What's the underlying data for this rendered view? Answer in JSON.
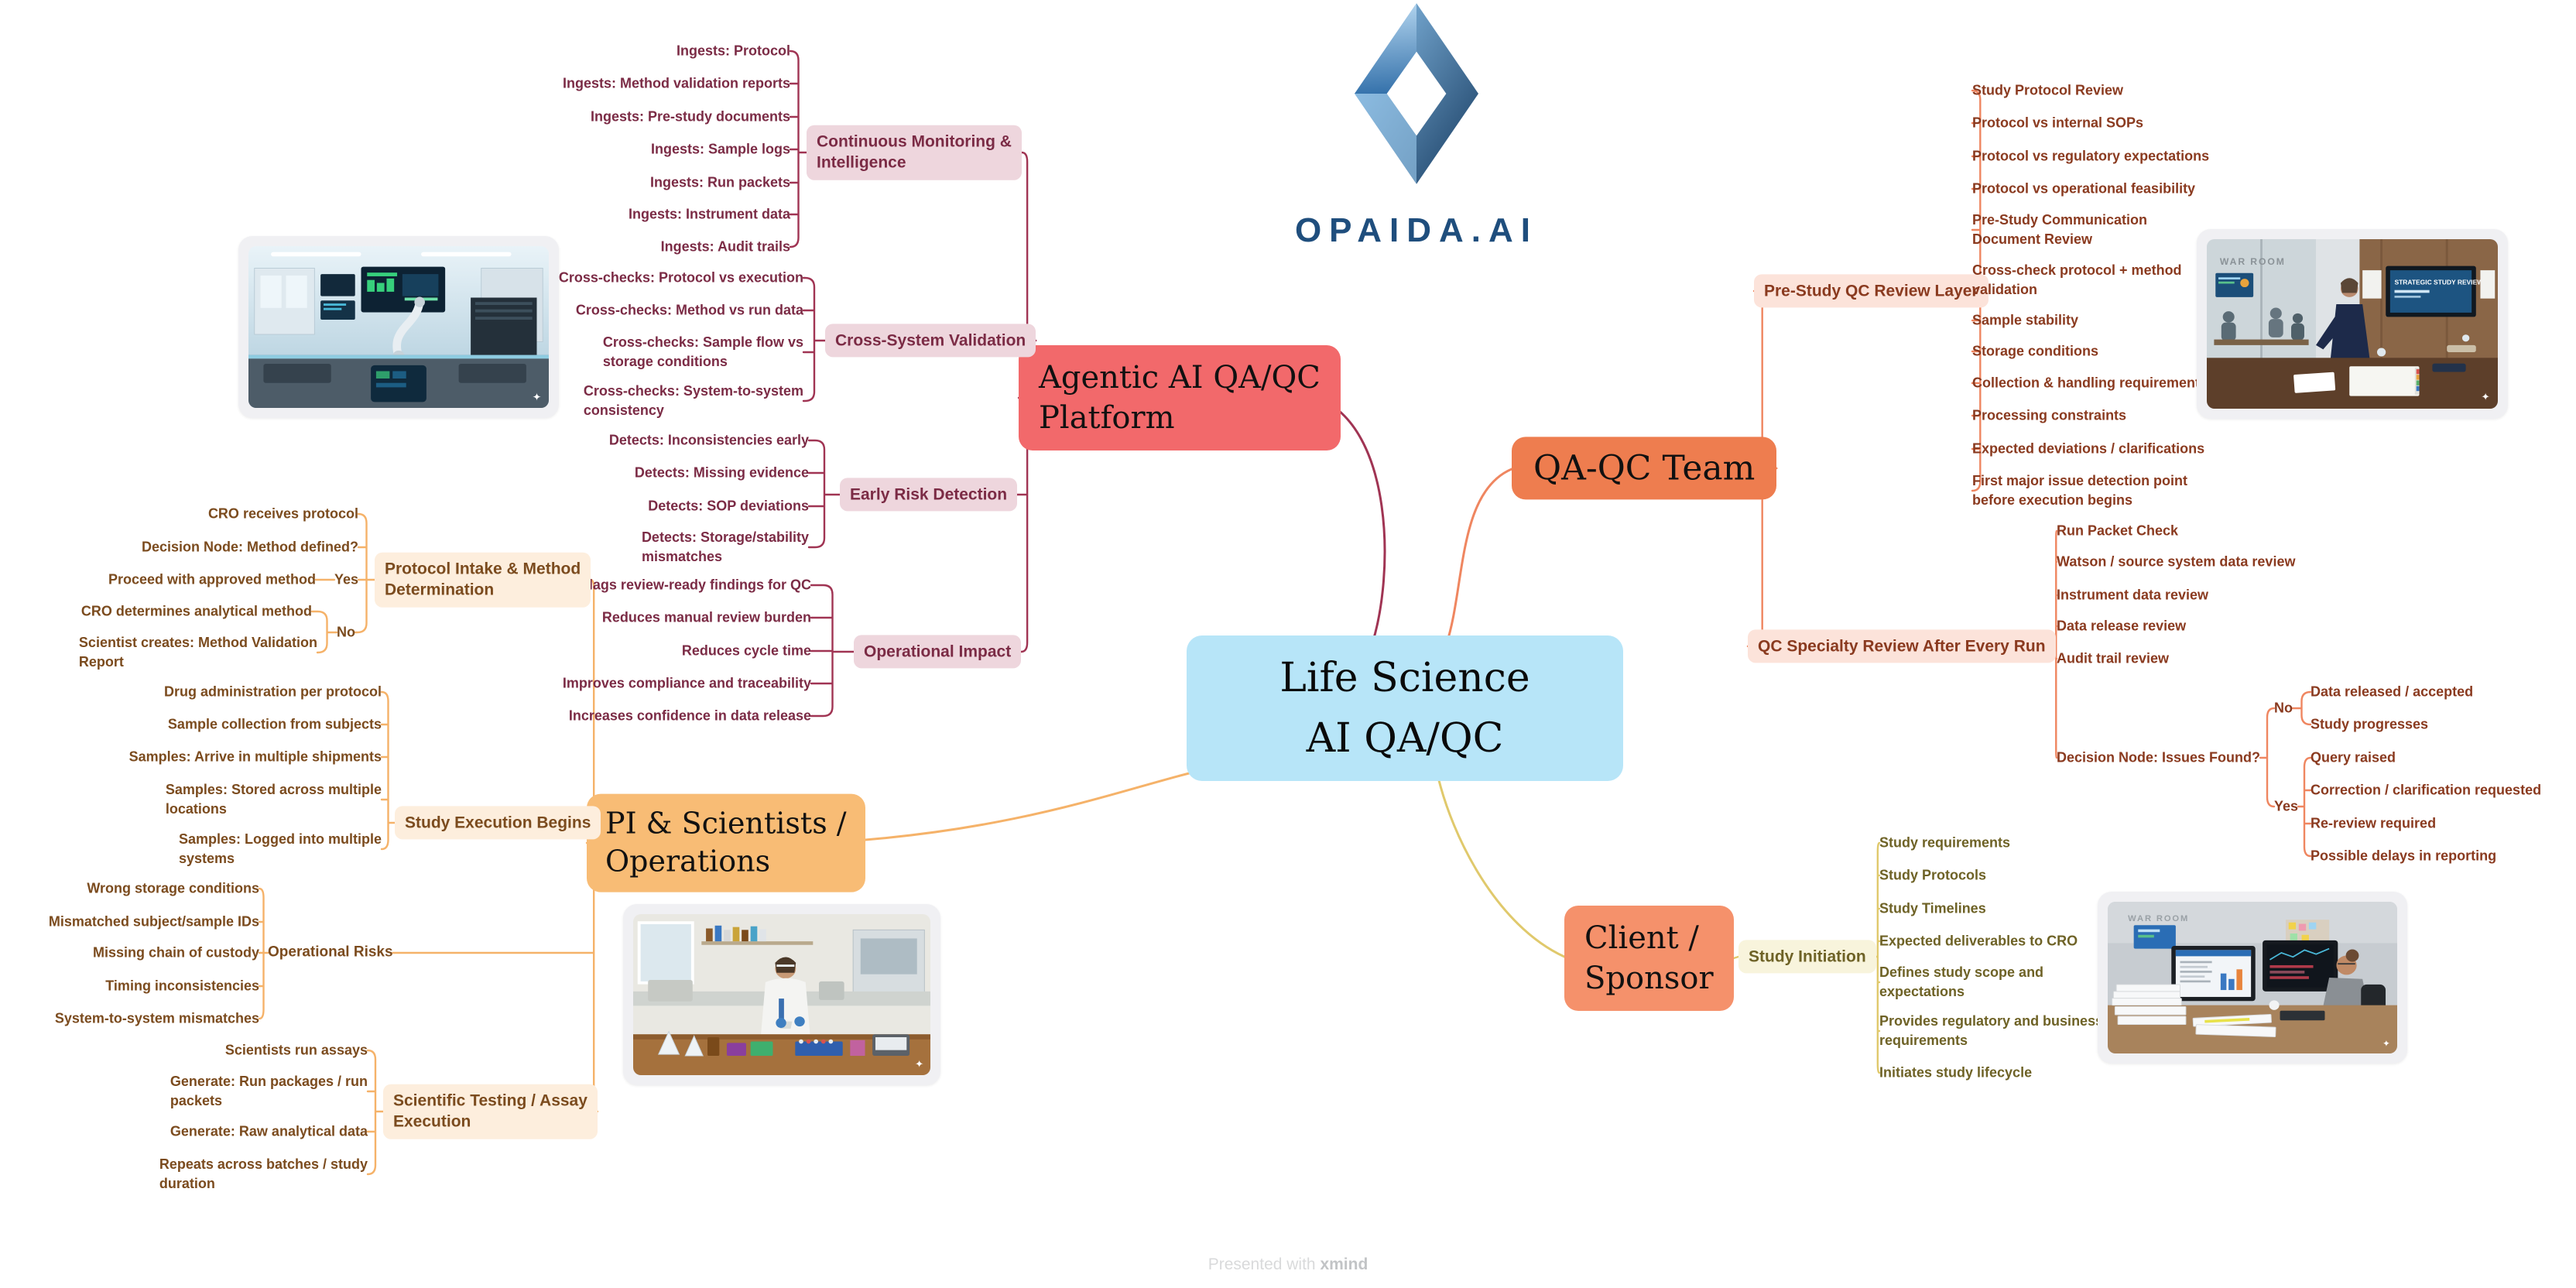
{
  "logo": {
    "brand": "OPAIDA.AI"
  },
  "root": {
    "label": "Life Science\nAI QA/QC"
  },
  "footer": {
    "text": "Presented with ",
    "brand": "xmind"
  },
  "colors": {
    "central": "#b7e5f8",
    "platform": "#f2696b",
    "qaqc_team": "#ee7d4f",
    "client_sponsor": "#f5916b",
    "pi_operations": "#f8bc75",
    "monitoring_line": "#a03453",
    "monitoring_text": "#7b2b45",
    "qa_line": "#ef8660",
    "qa_text": "#8a3a1f",
    "ops_line": "#f5b269",
    "ops_text": "#7b4b1e",
    "client_line": "#e0c96c",
    "client_text": "#6e6226",
    "logo_text": "#1f4e7d"
  },
  "platform": {
    "label": "Agentic AI QA/QC\nPlatform"
  },
  "monitoring": {
    "title": "Continuous Monitoring &\nIntelligence",
    "items": [
      "Ingests: Protocol",
      "Ingests: Method validation reports",
      "Ingests: Pre-study documents",
      "Ingests: Sample logs",
      "Ingests: Run packets",
      "Ingests: Instrument data",
      "Ingests: Audit trails"
    ]
  },
  "validation": {
    "title": "Cross-System Validation",
    "items": [
      "Cross-checks: Protocol vs execution",
      "Cross-checks: Method vs run data",
      "Cross-checks: Sample flow vs\nstorage conditions",
      "Cross-checks: System-to-system\nconsistency"
    ]
  },
  "risk": {
    "title": "Early Risk Detection",
    "items": [
      "Detects: Inconsistencies early",
      "Detects: Missing evidence",
      "Detects: SOP deviations",
      "Detects: Storage/stability\nmismatches"
    ]
  },
  "impact": {
    "title": "Operational Impact",
    "items": [
      "Flags review-ready findings for QC",
      "Reduces manual review burden",
      "Reduces cycle time",
      "Improves compliance and traceability",
      "Increases confidence in data release"
    ]
  },
  "qaqc": {
    "label": "QA-QC Team"
  },
  "prestudy": {
    "title": "Pre-Study QC Review Layer",
    "items": [
      "Study Protocol Review",
      "Protocol vs internal SOPs",
      "Protocol vs regulatory expectations",
      "Protocol vs operational feasibility",
      "Pre-Study Communication\nDocument Review",
      "Cross-check protocol + method\nvalidation",
      "Sample stability",
      "Storage conditions",
      "Collection & handling requirements",
      "Processing constraints",
      "Expected deviations / clarifications",
      "First major issue detection point\nbefore execution begins"
    ]
  },
  "qcrun": {
    "title": "QC Specialty Review After Every Run",
    "items": [
      "Run Packet Check",
      "Watson / source system data review",
      "Instrument data review",
      "Data release review",
      "Audit trail review"
    ],
    "decision": {
      "label": "Decision Node: Issues Found?",
      "no": {
        "label": "No",
        "items": [
          "Data released / accepted",
          "Study progresses"
        ]
      },
      "yes": {
        "label": "Yes",
        "items": [
          "Query raised",
          "Correction / clarification requested",
          "Re-review required",
          "Possible delays in reporting"
        ]
      }
    }
  },
  "client": {
    "label": "Client /\nSponsor"
  },
  "initiation": {
    "title": "Study Initiation",
    "items": [
      "Study requirements",
      "Study Protocols",
      "Study Timelines",
      "Expected deliverables to CRO",
      "Defines study scope and\nexpectations",
      "Provides regulatory and business\nrequirements",
      "Initiates study lifecycle"
    ]
  },
  "pi": {
    "label": "PI & Scientists /\nOperations"
  },
  "intake": {
    "title": "Protocol Intake & Method\nDetermination",
    "items": [
      "CRO receives protocol",
      "Decision Node: Method defined?"
    ],
    "yes": {
      "label": "Yes",
      "items": [
        "Proceed with approved method"
      ]
    },
    "no": {
      "label": "No",
      "items": [
        "CRO determines analytical method",
        "Scientist creates: Method Validation\nReport"
      ]
    }
  },
  "execution": {
    "title": "Study Execution Begins",
    "items": [
      "Drug administration per protocol",
      "Sample collection from subjects",
      "Samples: Arrive in multiple shipments",
      "Samples: Stored across multiple\nlocations",
      "Samples: Logged into multiple\nsystems"
    ]
  },
  "risks": {
    "title": "Operational Risks",
    "items": [
      "Wrong storage conditions",
      "Mismatched subject/sample IDs",
      "Missing chain of custody",
      "Timing inconsistencies",
      "System-to-system mismatches"
    ]
  },
  "testing": {
    "title": "Scientific Testing / Assay\nExecution",
    "items": [
      "Scientists run assays",
      "Generate: Run packages / run\npackets",
      "Generate: Raw analytical data",
      "Repeats across batches / study\nduration"
    ]
  },
  "images": {
    "war_room_sign": "WAR ROOM",
    "slide_title": "STRATEGIC STUDY REVIEW"
  }
}
